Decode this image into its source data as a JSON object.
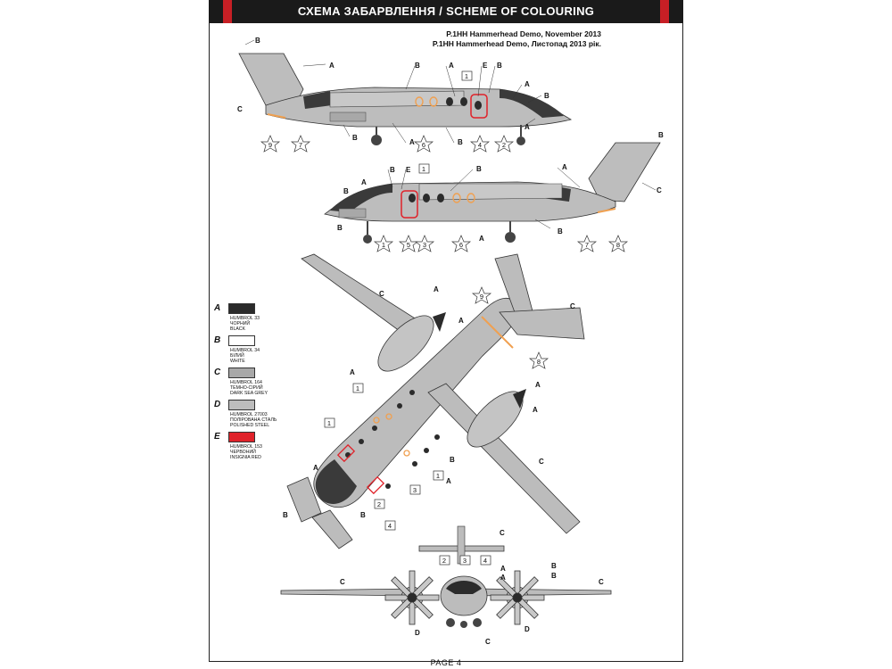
{
  "header": {
    "title": "СХЕМА ЗАБАРВЛЕННЯ / SCHEME OF COLOURING"
  },
  "subtitle": {
    "line1": "P.1HH Hammerhead Demo, November 2013",
    "line2": "P.1HH Hammerhead Demo, Листопад 2013 рік."
  },
  "legend": [
    {
      "key": "A",
      "color": "#2b2b2b",
      "code": "HUMBROL 33",
      "ua": "ЧОРНИЙ",
      "en": "BLACK"
    },
    {
      "key": "B",
      "color": "#ffffff",
      "code": "HUMBROL 34",
      "ua": "БІЛИЙ",
      "en": "WHITE"
    },
    {
      "key": "C",
      "color": "#a8a8a8",
      "code": "HUMBROL 164",
      "ua": "ТЕМНО-СІРИЙ",
      "en": "DARK SEA GREY"
    },
    {
      "key": "D",
      "color": "#bdbdbd",
      "code": "HUMBROL 27003",
      "ua": "ПОЛІРОВАНА СТАЛЬ",
      "en": "POLISHED STEEL"
    },
    {
      "key": "E",
      "color": "#e0222a",
      "code": "HUMBROL 153",
      "ua": "ЧЕРВОНИЙ",
      "en": "INSIGNIA RED"
    }
  ],
  "callouts": {
    "top_side": [
      "A",
      "B",
      "A",
      "B",
      "A",
      "E",
      "B",
      "A",
      "B",
      "A",
      "B",
      "C",
      "B",
      "A",
      "B",
      "A"
    ],
    "top_side_numbers": [
      "9",
      "7",
      "6",
      "4",
      "2",
      "1"
    ],
    "mid_side": [
      "B",
      "B",
      "E",
      "B",
      "B",
      "A",
      "A",
      "C",
      "A",
      "B",
      "B",
      "B",
      "A",
      "A",
      "B",
      "B"
    ],
    "mid_side_numbers": [
      "1",
      "5",
      "3",
      "6",
      "7",
      "8"
    ],
    "plan": [
      "C",
      "A",
      "A",
      "A",
      "C",
      "A",
      "A",
      "A",
      "A",
      "A",
      "A",
      "A",
      "B",
      "B",
      "C",
      "C",
      "A",
      "B",
      "A",
      "A",
      "A",
      "A",
      "C"
    ],
    "plan_numbers": [
      "9",
      "8",
      "1",
      "1",
      "1",
      "2",
      "4",
      "3"
    ],
    "front": [
      "C",
      "A",
      "B",
      "C",
      "B",
      "C",
      "B",
      "C",
      "D",
      "C",
      "D"
    ],
    "front_numbers": [
      "2",
      "3",
      "4"
    ]
  },
  "footer": {
    "page": "PAGE 4"
  },
  "colors": {
    "fuselage": "#bcbcbc",
    "canopy": "#3a3a3a",
    "accent_red": "#e0222a",
    "orange": "#f0a050"
  }
}
